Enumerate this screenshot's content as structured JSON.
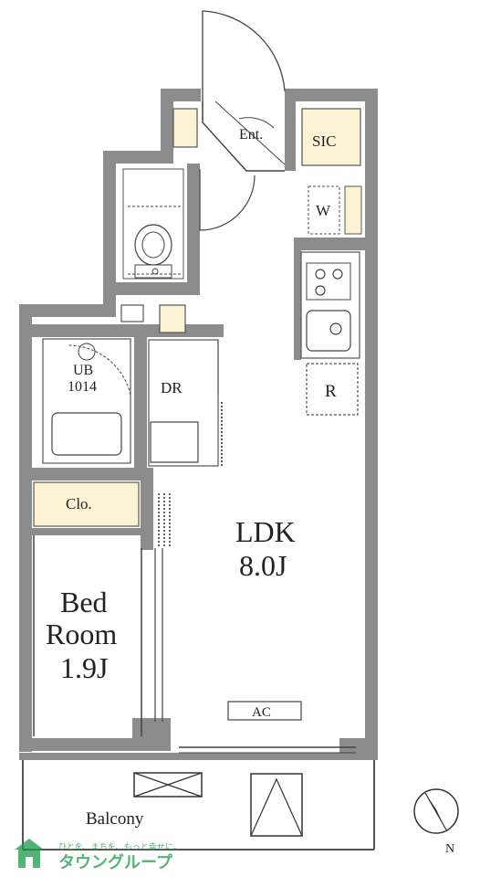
{
  "rooms": {
    "entrance": "Ent.",
    "sic": "SIC",
    "washer": "W",
    "unit_bath": {
      "name": "UB",
      "size": "1014"
    },
    "dressing": "DR",
    "closet": "Clo.",
    "refrigerator": "R",
    "ldk": {
      "name": "LDK",
      "size": "8.0J"
    },
    "bedroom": {
      "line1": "Bed",
      "line2": "Room",
      "size": "1.9J"
    },
    "air_conditioner": "AC",
    "balcony": "Balcony"
  },
  "compass": {
    "label": "N"
  },
  "watermark": {
    "tagline": "ひとを、まちを、もっと幸せに。",
    "company": "タウングループ"
  },
  "colors": {
    "wall": "#8c8c8c",
    "storage": "#fbf3d3",
    "line": "#3a3a3a",
    "logo": "#1a9a4a"
  }
}
